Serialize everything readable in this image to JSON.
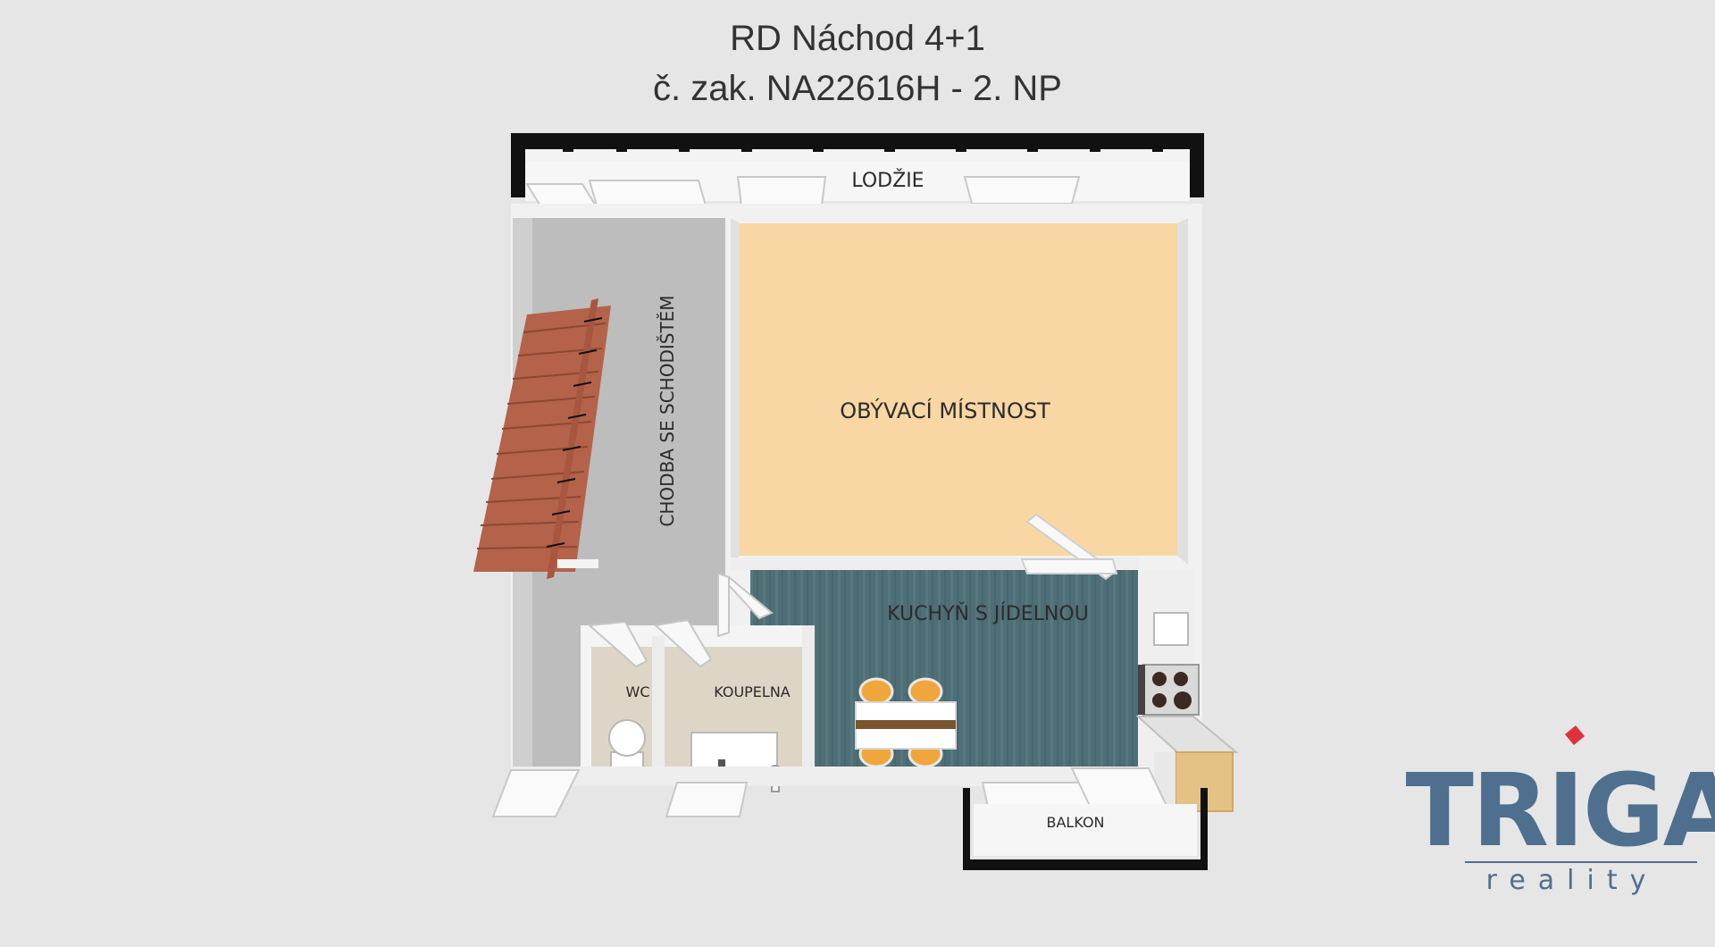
{
  "header": {
    "line1": "RD Náchod  4+1",
    "line2": "č. zak. NA22616H - 2. NP"
  },
  "rooms": {
    "loggia": "LODŽIE",
    "living": "OBÝVACÍ MÍSTNOST",
    "hallway": "CHODBA SE SCHODIŠTĚM",
    "kitchen": "KUCHYŇ S JÍDELNOU",
    "wc": "WC",
    "bathroom": "KOUPELNA",
    "balcony": "BALKON"
  },
  "logo": {
    "brand": "TRIGA",
    "tagline": "reality"
  },
  "colors": {
    "living_floor": "#f8d7a5",
    "kitchen_floor": "#4f6e76",
    "hallway_floor": "#bdbdbd",
    "bathroom_floor": "#ddd6c6",
    "stairs": "#b4624a",
    "logo_brand": "#4f6f8f",
    "logo_accent": "#e0313f"
  }
}
